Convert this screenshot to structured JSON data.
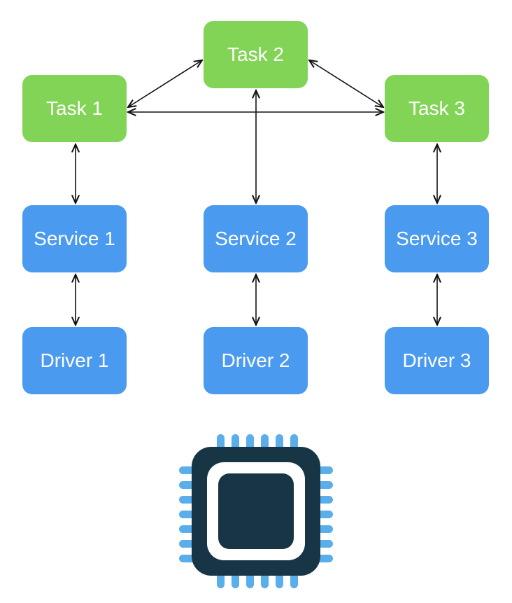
{
  "colors": {
    "task": "#82d456",
    "layer": "#4a9af0",
    "arrow": "#111111",
    "chip_body": "#183546",
    "chip_pin": "#5aaeea",
    "chip_ring": "#ffffff"
  },
  "tasks": [
    {
      "label": "Task 1"
    },
    {
      "label": "Task 2"
    },
    {
      "label": "Task 3"
    }
  ],
  "services": [
    {
      "label": "Service 1"
    },
    {
      "label": "Service 2"
    },
    {
      "label": "Service 3"
    }
  ],
  "drivers": [
    {
      "label": "Driver 1"
    },
    {
      "label": "Driver 2"
    },
    {
      "label": "Driver 3"
    }
  ],
  "chip": {
    "icon": "microchip-icon"
  }
}
